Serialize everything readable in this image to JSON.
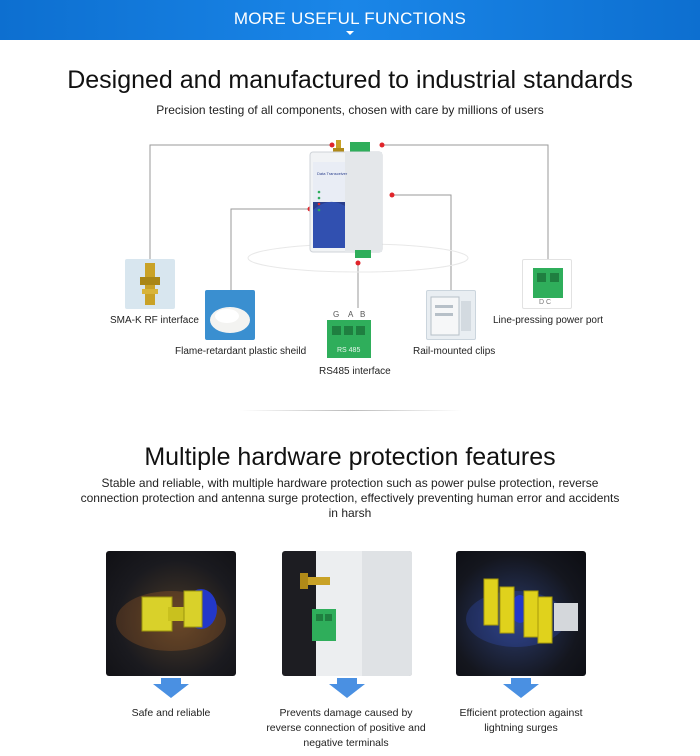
{
  "banner": {
    "title": "MORE USEFUL FUNCTIONS"
  },
  "section1": {
    "title": "Designed and manufactured to industrial standards",
    "subtitle": "Precision testing of all components, chosen with care by millions of users",
    "device_label": "Data Transceiver",
    "features": [
      {
        "label": "SMA-K RF interface",
        "icon": "sma-connector-icon"
      },
      {
        "label": "Flame-retardant plastic sheild",
        "icon": "plastic-pellets-icon"
      },
      {
        "label": "RS485 interface",
        "icon": "rs485-terminal-icon",
        "terminal_letters": [
          "G",
          "A",
          "B"
        ],
        "terminal_text": "RS 485"
      },
      {
        "label": "Rail-mounted clips",
        "icon": "rail-clip-icon"
      },
      {
        "label": "Line-pressing power port",
        "icon": "power-terminal-icon",
        "terminal_text": "D C"
      }
    ]
  },
  "section2": {
    "title": "Multiple hardware protection features",
    "description": "Stable and reliable, with multiple hardware protection such as power pulse protection, reverse connection protection and antenna surge protection, effectively preventing human error and accidents in harsh",
    "cards": [
      {
        "caption": "Safe and reliable",
        "icon": "shield-block-icon"
      },
      {
        "caption": "Prevents damage caused by reverse connection of positive and negative terminals",
        "icon": "device-connector-icon"
      },
      {
        "caption": "Efficient protection against lightning surges",
        "icon": "surge-barrier-icon"
      }
    ]
  },
  "colors": {
    "banner": "#1a7fe0",
    "arrow": "#4a90e2",
    "terminal_green": "#2fae5b",
    "connector_gold": "#c9a227"
  }
}
